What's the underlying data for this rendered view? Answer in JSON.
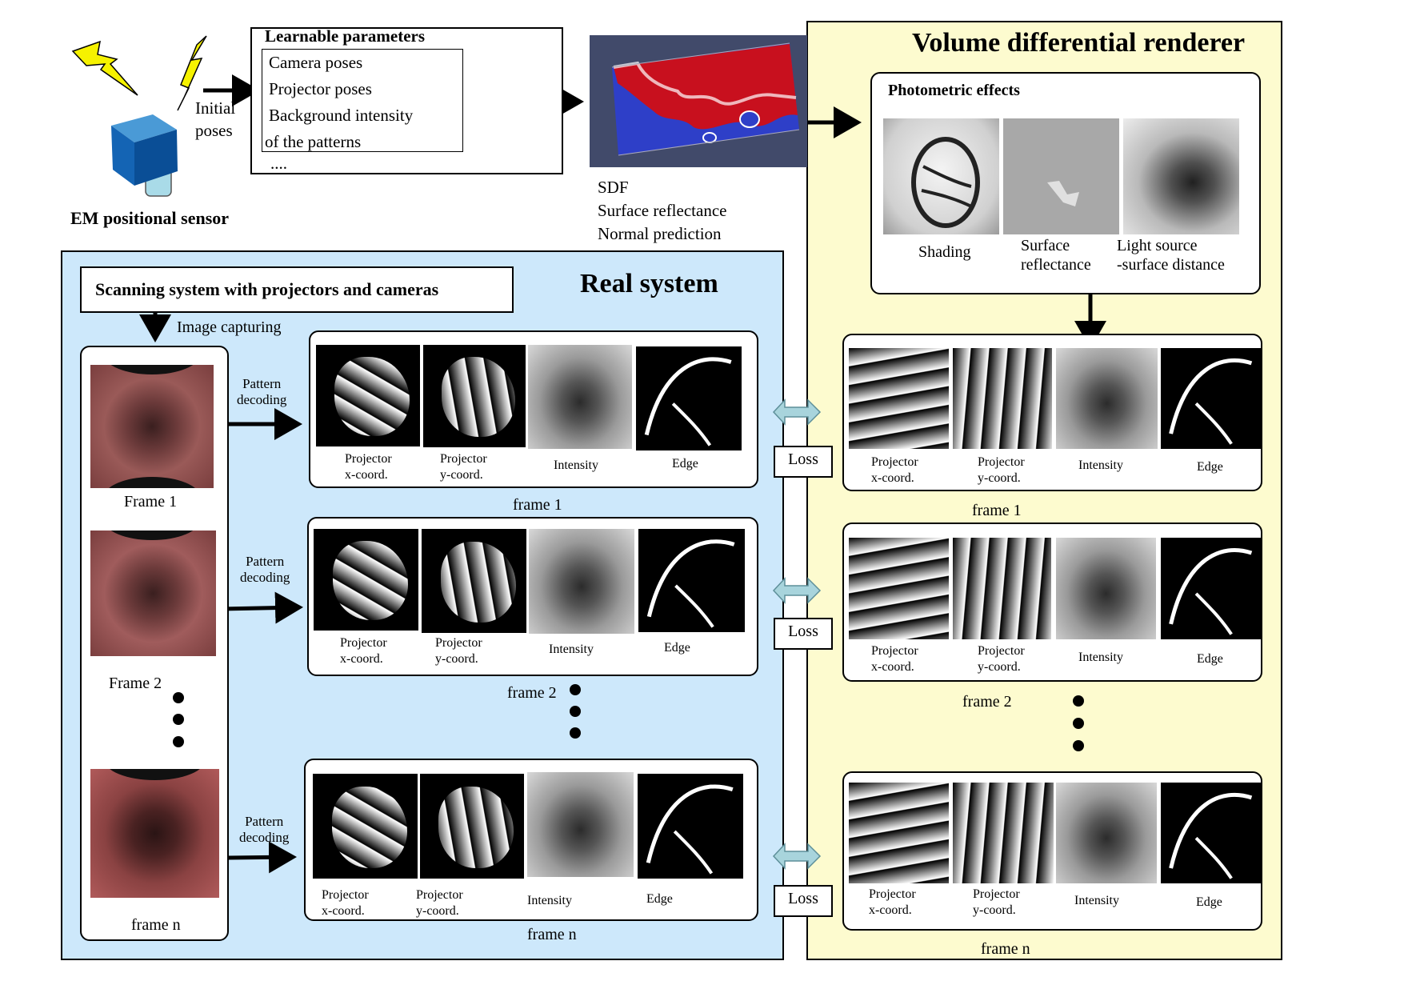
{
  "sensor": {
    "label": "EM positional sensor",
    "initial_poses": [
      "Initial",
      "poses"
    ]
  },
  "params": {
    "title": "Learnable parameters",
    "items": [
      "Camera poses",
      "Projector poses",
      "Background intensity",
      "of the patterns"
    ],
    "more": "...."
  },
  "sdf_outputs": [
    "SDF",
    "Surface reflectance",
    "Normal prediction"
  ],
  "renderer": {
    "title": "Volume differential renderer",
    "photometric_title": "Photometric effects",
    "effects": [
      "Shading",
      "Surface",
      "reflectance",
      "Light source",
      "-surface distance"
    ],
    "frames": [
      {
        "labels": [
          "Projector",
          "x-coord.",
          "Projector",
          "y-coord.",
          "Intensity",
          "Edge"
        ],
        "caption": "frame 1"
      },
      {
        "labels": [
          "Projector",
          "x-coord.",
          "Projector",
          "y-coord.",
          "Intensity",
          "Edge"
        ],
        "caption": "frame 2"
      },
      {
        "labels": [
          "Projector",
          "x-coord.",
          "Projector",
          "y-coord.",
          "Intensity",
          "Edge"
        ],
        "caption": "frame n"
      }
    ]
  },
  "real": {
    "title": "Real system",
    "scanning": "Scanning system with projectors and cameras",
    "image_capturing": "Image capturing",
    "frame_labels": [
      "Frame 1",
      "Frame 2",
      "frame n"
    ],
    "pattern_decoding": [
      "Pattern",
      "decoding"
    ],
    "frames": [
      {
        "labels": [
          "Projector",
          "x-coord.",
          "Projector",
          "y-coord.",
          "Intensity",
          "Edge"
        ],
        "caption": "frame 1"
      },
      {
        "labels": [
          "Projector",
          "x-coord.",
          "Projector",
          "y-coord.",
          "Intensity",
          "Edge"
        ],
        "caption": "frame 2"
      },
      {
        "labels": [
          "Projector",
          "x-coord.",
          "Projector",
          "y-coord.",
          "Intensity",
          "Edge"
        ],
        "caption": "frame n"
      }
    ]
  },
  "loss": [
    "Loss",
    "Loss",
    "Loss"
  ],
  "colors": {
    "real_bg": "#cde8fb",
    "renderer_bg": "#fdfbcf",
    "sdf_red": "#c8101e",
    "sdf_blue": "#2e3fc8",
    "loss_arrow": "#a8d4dc"
  }
}
